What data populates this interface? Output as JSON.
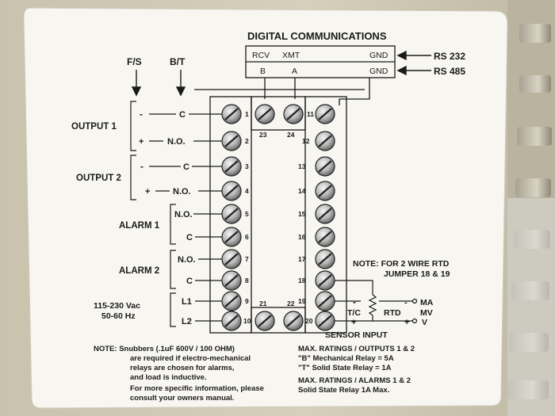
{
  "header": {
    "title": "DIGITAL COMMUNICATIONS",
    "rcv": "RCV",
    "xmt": "XMT",
    "gnd": "GND",
    "b": "B",
    "a": "A",
    "gnd2": "GND",
    "rs232": "RS 232",
    "rs485": "RS 485"
  },
  "top_labels": {
    "fs": "F/S",
    "bt": "B/T"
  },
  "groups": {
    "output1": "OUTPUT 1",
    "output2": "OUTPUT 2",
    "alarm1": "ALARM 1",
    "alarm2": "ALARM 2",
    "power_line1": "115-230 Vac",
    "power_line2": "50-60 Hz"
  },
  "wire_labels": {
    "minus": "-",
    "plus": "+",
    "c": "C",
    "no": "N.O.",
    "l1": "L1",
    "l2": "L2"
  },
  "left_terminals": [
    "1",
    "2",
    "3",
    "4",
    "5",
    "6",
    "7",
    "8",
    "9",
    "10"
  ],
  "right_terminals": [
    "11",
    "12",
    "13",
    "14",
    "15",
    "16",
    "17",
    "18",
    "19",
    "20"
  ],
  "top_terminals": [
    "23",
    "24"
  ],
  "bottom_terminals": [
    "21",
    "22"
  ],
  "note_rtd": {
    "line1": "NOTE: FOR 2 WIRE RTD",
    "line2": "JUMPER 18 & 19"
  },
  "sensor": {
    "tc": "T/C",
    "rtd": "RTD",
    "ma": "MA",
    "mv": "MV",
    "v": "V",
    "minus": "-",
    "plus": "+",
    "label": "SENSOR INPUT"
  },
  "note_left": {
    "line1": "NOTE: Snubbers (.1uF 600V / 100 OHM)",
    "line2": "are required if electro-mechanical",
    "line3": "relays are chosen for alarms,",
    "line4": "and load is inductive.",
    "line5": "For more specific information, please",
    "line6": "consult your owners manual."
  },
  "ratings": {
    "line1": "MAX. RATINGS / OUTPUTS 1 & 2",
    "line2": "\"B\" Mechanical Relay = 5A",
    "line3": "\"T\" Solid State Relay = 1A",
    "line4": "MAX. RATINGS / ALARMS 1 & 2",
    "line5": "Solid State Relay 1A Max."
  }
}
